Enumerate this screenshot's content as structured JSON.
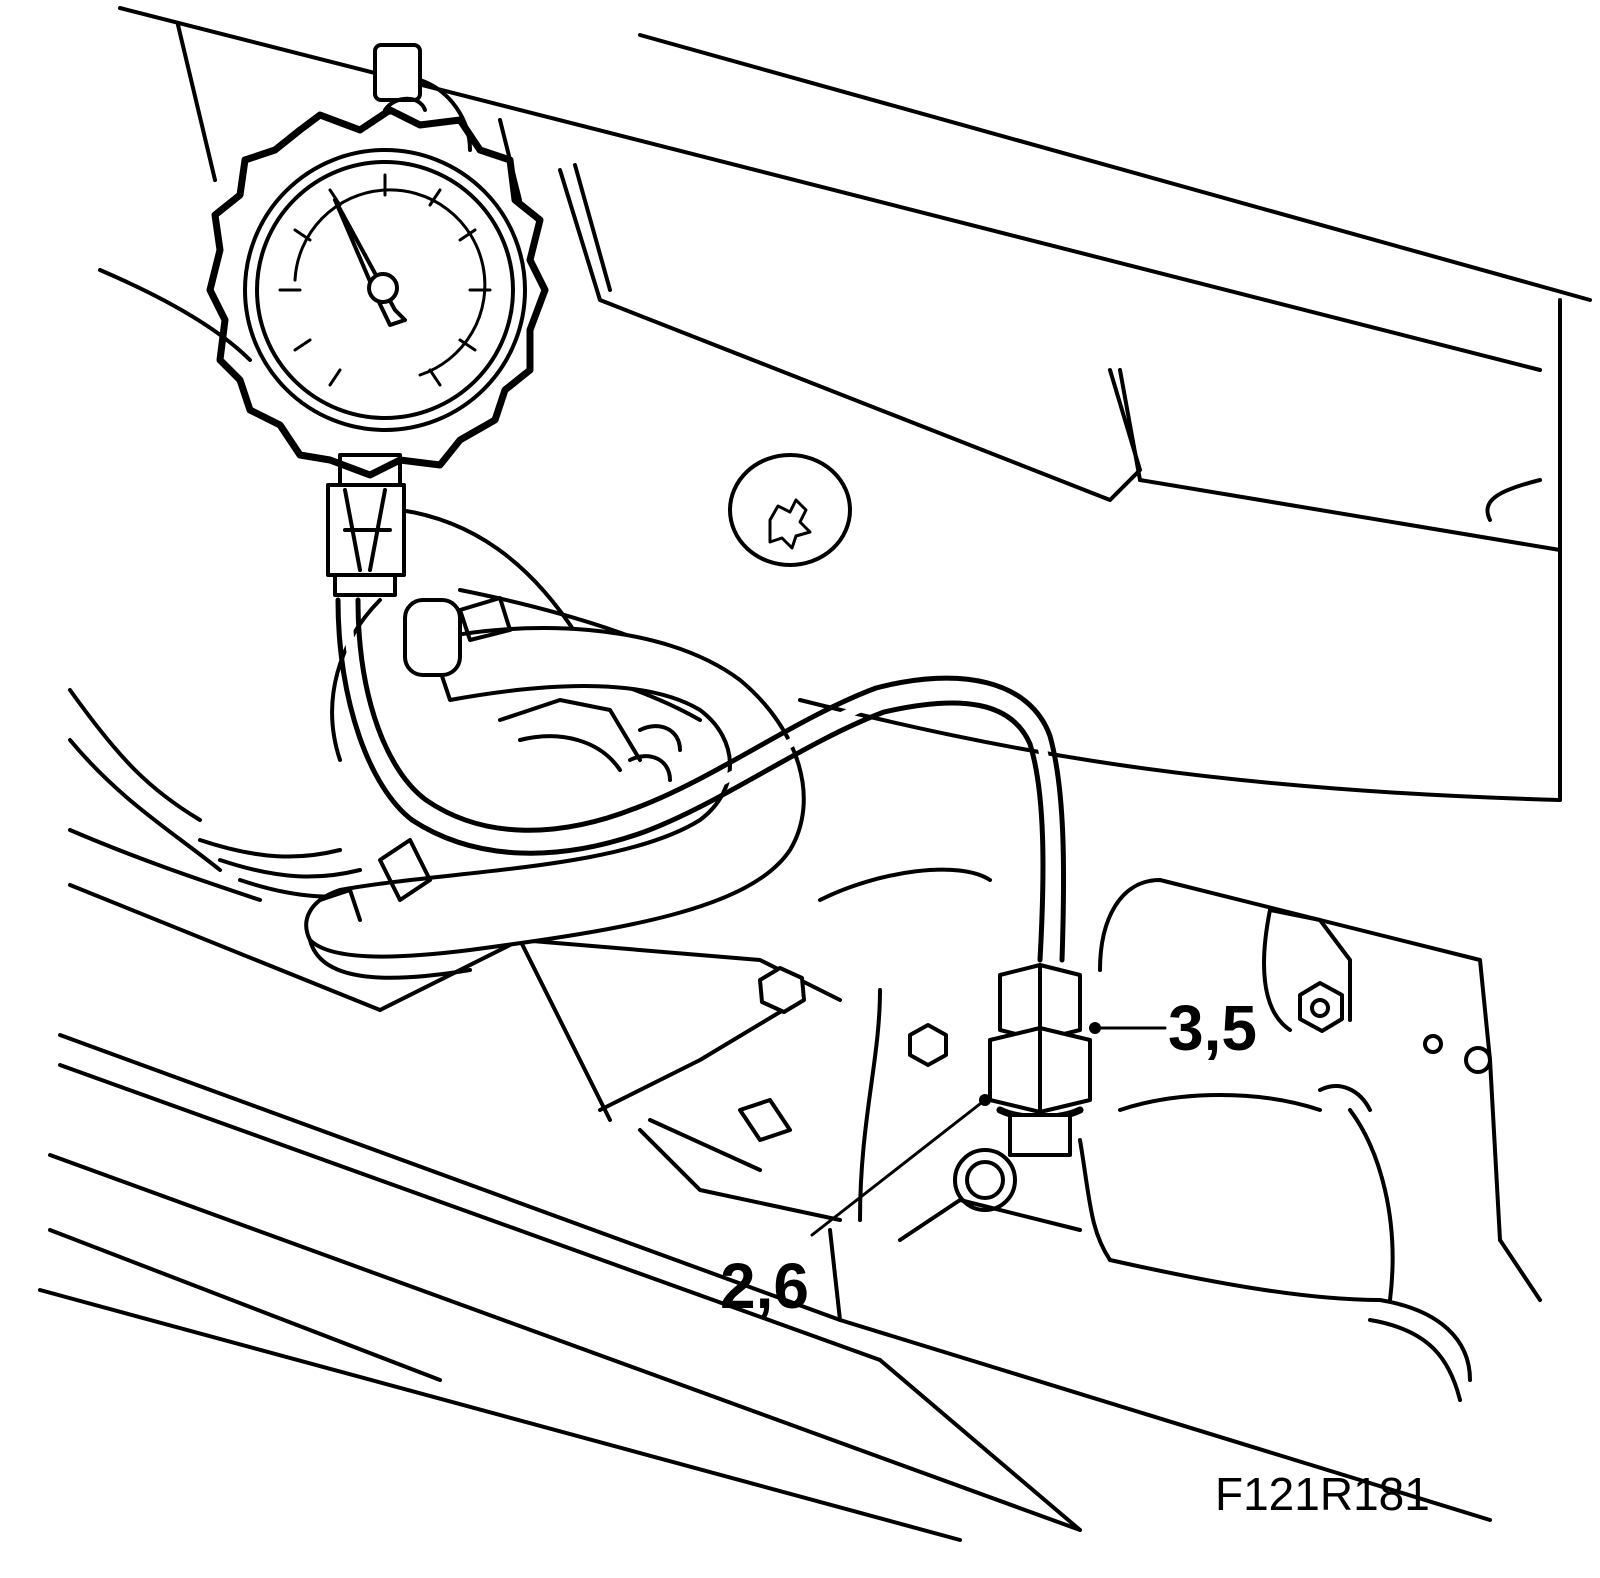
{
  "callouts": {
    "upper": "3,5",
    "lower": "2,6"
  },
  "figure_id": "F121R181",
  "icons": [
    "pressure-gauge-icon",
    "torx-bolt-icon",
    "hex-nut-icon"
  ]
}
